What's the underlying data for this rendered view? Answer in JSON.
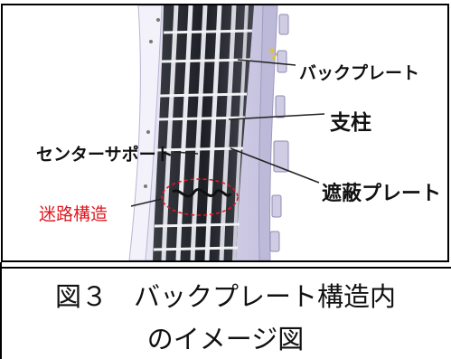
{
  "figure": {
    "labels": {
      "back_plate": "バックプレート",
      "post": "支柱",
      "center_support": "センターサポート",
      "shield_plate": "遮蔽プレート",
      "labyrinth": "迷路構造"
    },
    "caption_line1": "図３　バックプレート構造内",
    "caption_line2": "のイメージ図",
    "colors": {
      "background": "#ffffff",
      "frame_purple": "#d6d3ea",
      "plate_dark": "#2a2c33",
      "plate_light": "#e8e9ee",
      "highlight_red": "#e0171e"
    }
  }
}
